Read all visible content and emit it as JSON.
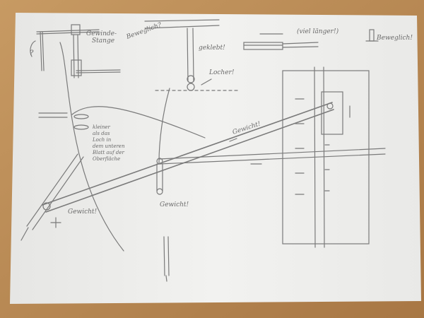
{
  "colors": {
    "table": "#b88a55",
    "paper": "#eeeeec",
    "pencil": "#7a7a7a"
  },
  "notes": {
    "threaded_rod": [
      "Gewinde-",
      "Stange"
    ],
    "question": "?",
    "movable_q": "Beweglich?",
    "glued": "geklebt!",
    "holes": "Locher!",
    "much_longer": "(viel länger!)",
    "movable": "Beweglich!",
    "smaller": [
      "kleiner",
      "als das",
      "Loch in",
      "dem unteren",
      "Blatt auf der",
      "Oberfläche"
    ],
    "weight_left": "Gewicht!",
    "weight_mid": "Gewicht!",
    "weight_beam": "Gewicht!"
  }
}
